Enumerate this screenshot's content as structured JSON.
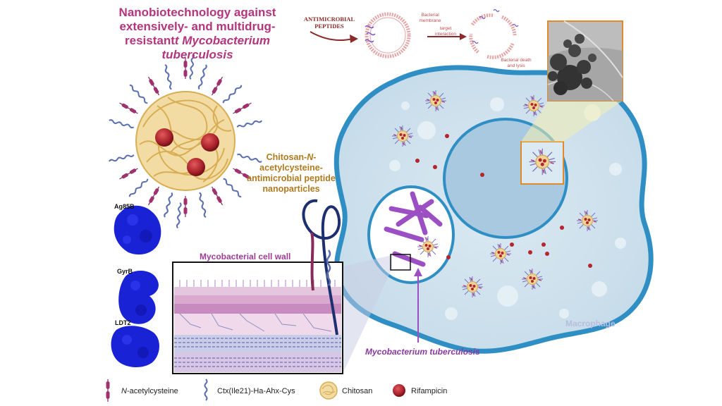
{
  "title": {
    "line1": "Nanobiotechnology against",
    "line2": "extensively- and multidrug-",
    "line3_prefix": "resistant",
    "line3_italic": "t Mycobacterium",
    "line4_italic": "tuberculosis"
  },
  "nanoparticle_label": {
    "line1_prefix": "Chitosan-",
    "line1_italic": "N",
    "line1_suffix": "-",
    "line2": "acetylcysteine-",
    "line3": "antimicrobial peptide",
    "line4": "nanoparticles"
  },
  "proteins": [
    "Ag85B",
    "GyrB",
    "LDT2"
  ],
  "cell_wall_label": "Mycobacterial cell wall",
  "mtb_label": "Mycobacterium tuberculosis",
  "macrophage_label": "Macrophage",
  "amp_panel": {
    "title_line1": "ANTIMICROBIAL",
    "title_line2": "PEPTIDES",
    "membrane_line1": "Bacterial",
    "membrane_line2": "membrane",
    "interaction_line1": "target",
    "interaction_line2": "interaction",
    "death_line1": "Bacterial death",
    "death_line2": "and lysis"
  },
  "legend": {
    "nac_italic": "N",
    "nac_rest": "-acetylcysteine",
    "peptide": "Ctx(Ile21)-Ha-Ahx-Cys",
    "chitosan": "Chitosan",
    "rifampicin": "Rifampicin"
  },
  "colors": {
    "title": "#b4357f",
    "nanoparticle_label": "#b07a1f",
    "chitosan": "#e8c46a",
    "rifampicin": "#b3262c",
    "nac": "#a0306e",
    "peptide": "#5a6fb0",
    "macrophage_fill": "#cfe2ee",
    "macrophage_edge": "#2f8fc4",
    "nucleus": "#a9c9e0",
    "protein": "#1a22d6",
    "mtb": "#9b4fc3"
  }
}
